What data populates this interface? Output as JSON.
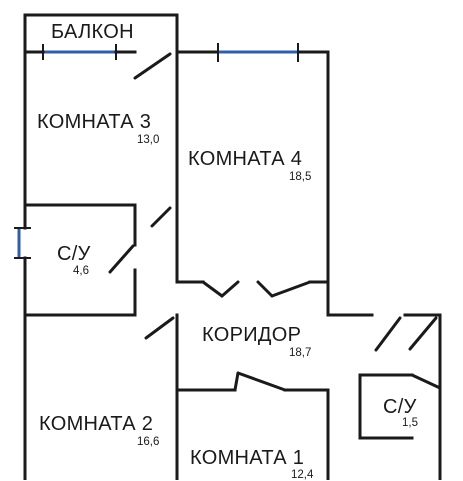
{
  "plan": {
    "balcony": {
      "label": "БАЛКОН"
    },
    "rooms": [
      {
        "id": "room3",
        "name": "КОМНАТА 3",
        "area": "13,0"
      },
      {
        "id": "room4",
        "name": "КОМНАТА 4",
        "area": "18,5"
      },
      {
        "id": "bath-left",
        "name": "С/У",
        "area": "4,6"
      },
      {
        "id": "corridor",
        "name": "КОРИДОР",
        "area": "18,7"
      },
      {
        "id": "room2",
        "name": "КОМНАТА 2",
        "area": "16,6"
      },
      {
        "id": "room1",
        "name": "КОМНАТА 1",
        "area": "12,4"
      },
      {
        "id": "bath-right",
        "name": "С/У",
        "area": "1,5"
      }
    ],
    "colors": {
      "wall": "#1a1a1a",
      "window": "#2f5fa8"
    }
  }
}
